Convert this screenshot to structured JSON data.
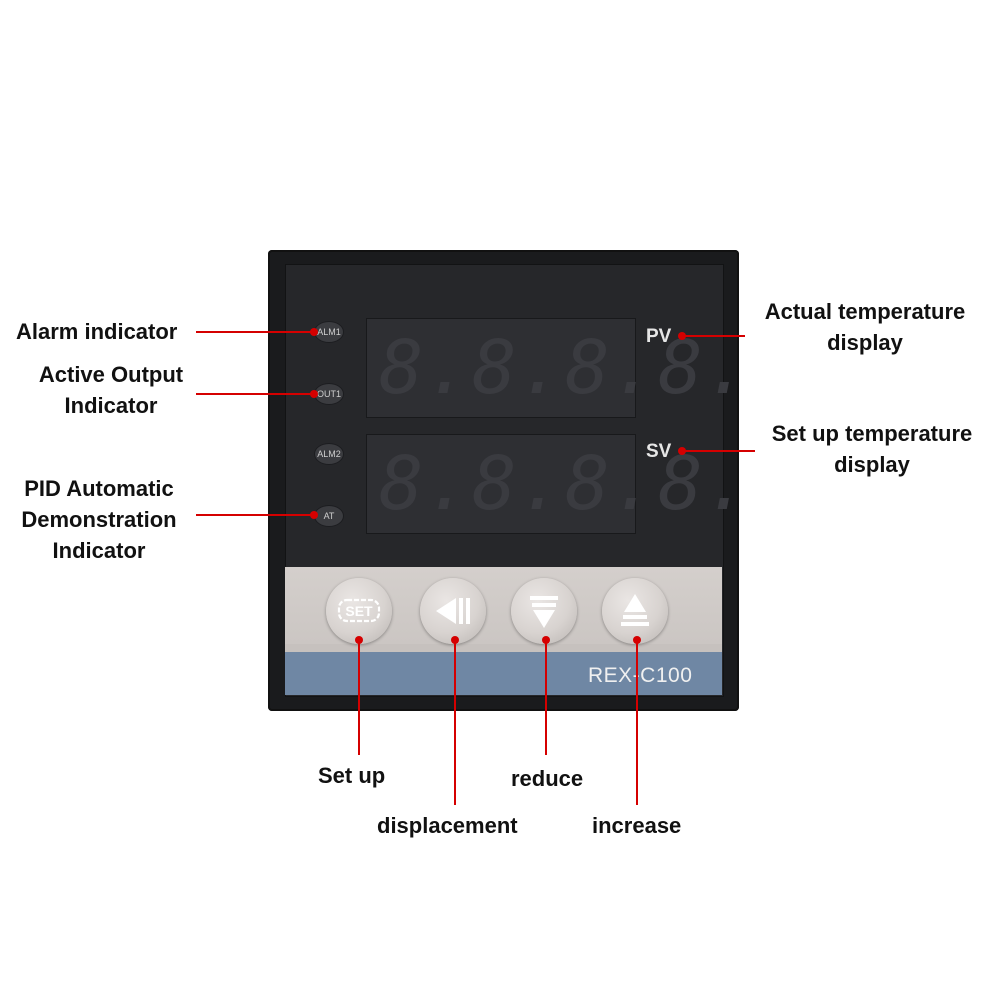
{
  "callouts": {
    "alarm": "Alarm indicator",
    "active_output_1": "Active Output",
    "active_output_2": "Indicator",
    "pid_1": "PID Automatic",
    "pid_2": "Demonstration",
    "pid_3": "Indicator",
    "actual_1": "Actual temperature",
    "actual_2": "display",
    "setup_temp_1": "Set up temperature",
    "setup_temp_2": "display",
    "set_up": "Set up",
    "displacement": "displacement",
    "reduce": "reduce",
    "increase": "increase"
  },
  "device": {
    "model": "REX-C100",
    "pv_label": "PV",
    "sv_label": "SV",
    "pv_digits": "8.8.8.8.",
    "sv_digits": "8.8.8.8.",
    "leds": [
      "ALM1",
      "OUT1",
      "ALM2",
      "AT"
    ],
    "set_key": "SET"
  },
  "colors": {
    "callout_line": "#d50000",
    "strip": "#6f87a4",
    "keypad": "#cfcac7"
  },
  "icons": [
    "shift-left-icon",
    "down-arrow-icon",
    "up-arrow-icon"
  ]
}
